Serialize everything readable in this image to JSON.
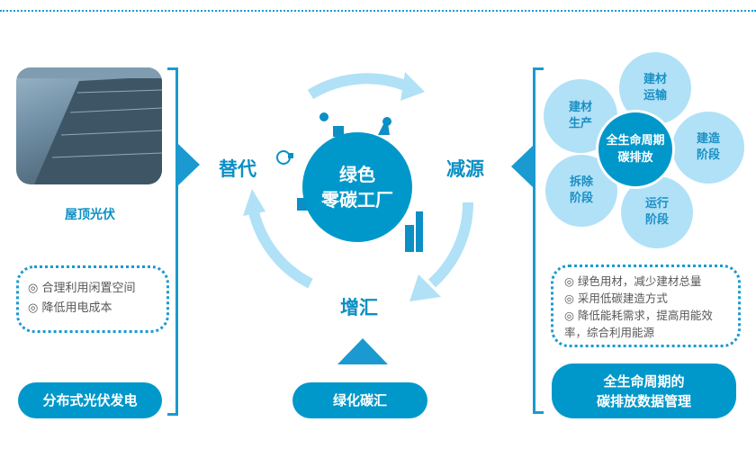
{
  "left": {
    "photo_label": "屋顶光伏",
    "bullets": [
      "◎ 合理利用闲置空间",
      "◎ 降低用电成本"
    ],
    "button": "分布式光伏发电"
  },
  "center": {
    "core_line1": "绿色",
    "core_line2": "零碳工厂",
    "left_word": "替代",
    "right_word": "减源",
    "bottom_word": "增汇",
    "button": "绿化碳汇"
  },
  "right": {
    "core_line1": "全生命周期",
    "core_line2": "碳排放",
    "petals": [
      {
        "l1": "建材",
        "l2": "运输"
      },
      {
        "l1": "建材",
        "l2": "生产"
      },
      {
        "l1": "建造",
        "l2": "阶段"
      },
      {
        "l1": "拆除",
        "l2": "阶段"
      },
      {
        "l1": "运行",
        "l2": "阶段"
      }
    ],
    "bullets": [
      "◎ 绿色用材，减少建材总量",
      "◎ 采用低碳建造方式",
      "◎ 降低能耗需求，提高用能效率，综合利用能源"
    ],
    "button_line1": "全生命周期的",
    "button_line2": "碳排放数据管理"
  },
  "colors": {
    "primary": "#0098cb",
    "light": "#b0e1f7",
    "text": "#595757"
  }
}
